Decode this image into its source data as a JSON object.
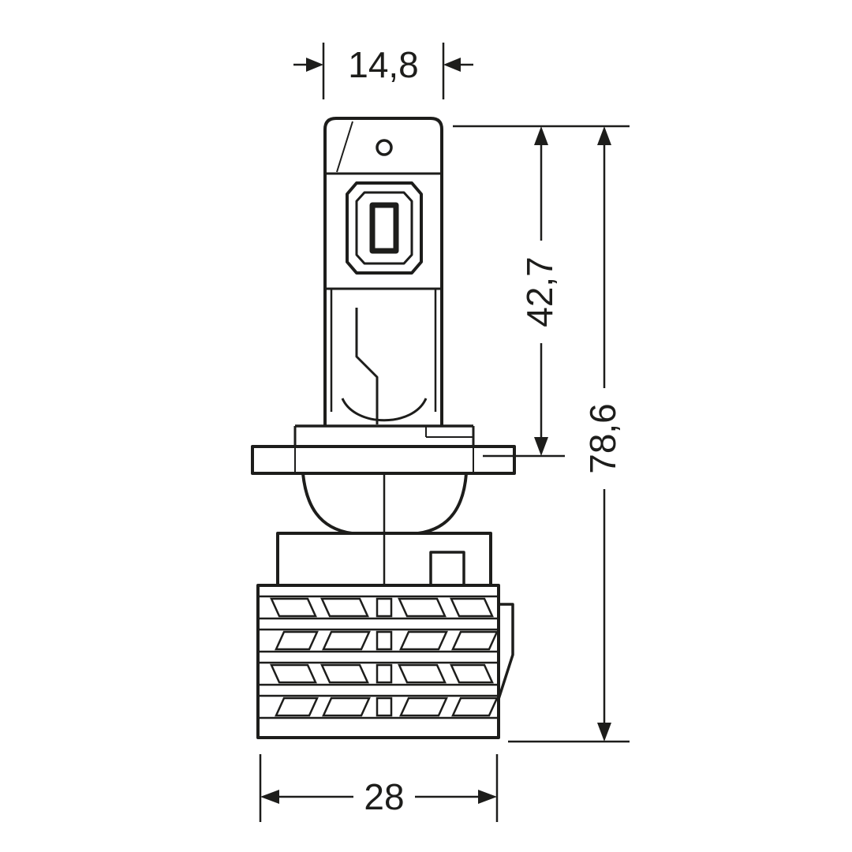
{
  "dimensions": {
    "top_width": "14,8",
    "upper_height": "42,7",
    "total_height": "78,6",
    "base_width": "28"
  },
  "colors": {
    "line": "#1d1d1b",
    "background": "#ffffff"
  }
}
